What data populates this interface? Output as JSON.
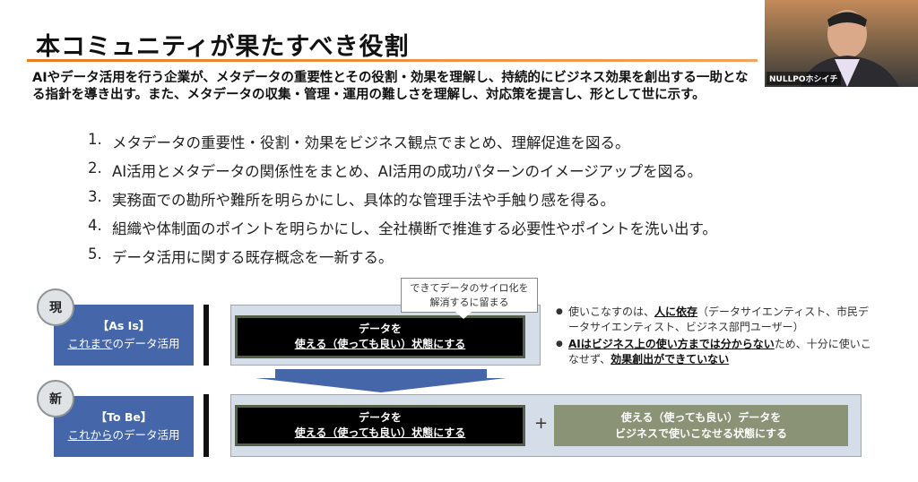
{
  "title": "本コミュニティが果たすべき役割",
  "intro": "AIやデータ活用を行う企業が、メタデータの重要性とその役割・効果を理解し、持続的にビジネス効果を創出する一助となる指針を導き出す。また、メタデータの収集・管理・運用の難しさを理解し、対応策を提言し、形として世に示す。",
  "list": [
    {
      "num": "1.",
      "text": "メタデータの重要性・役割・効果をビジネス観点でまとめ、理解促進を図る。"
    },
    {
      "num": "2.",
      "text": "AI活用とメタデータの関係性をまとめ、AI活用の成功パターンのイメージアップを図る。"
    },
    {
      "num": "3.",
      "text": "実務面での勘所や難所を明らかにし、具体的な管理手法や手触り感を得る。"
    },
    {
      "num": "4.",
      "text": "組織や体制面のポイントを明らかにし、全社横断で推進する必要性やポイントを洗い出す。"
    },
    {
      "num": "5.",
      "text": "データ活用に関する既存概念を一新する。"
    }
  ],
  "diagram": {
    "asis": {
      "badge": "現",
      "label": "【As Is】",
      "sub_u": "これまで",
      "sub": "のデータ活用",
      "box_l1": "データを",
      "box_l2": "使える（使っても良い）状態にする"
    },
    "callout": {
      "l1": "できてデータのサイロ化を",
      "l2": "解消するに留まる"
    },
    "tobe": {
      "badge": "新",
      "label": "【To Be】",
      "sub_u": "これから",
      "sub": "のデータ活用",
      "box_l1": "データを",
      "box_l2": "使える（使っても良い）状態にする",
      "plus": "+",
      "olive_l1": "使える（使っても良い）データを",
      "olive_l2": "ビジネスで使いこなせる状態にする"
    },
    "notes": [
      {
        "a": "使いこなすのは、",
        "b": "人に依存",
        "c": "（データサイエンティスト、市民データサイエンティスト、ビジネス部門ユーザー）"
      },
      {
        "a": "",
        "b": "AIはビジネス上の使い方までは分からない",
        "c": "ため、十分に使いこなせず、",
        "d": "効果創出ができていない"
      }
    ]
  },
  "webcam": {
    "name": "NULLPOホシイチ"
  }
}
